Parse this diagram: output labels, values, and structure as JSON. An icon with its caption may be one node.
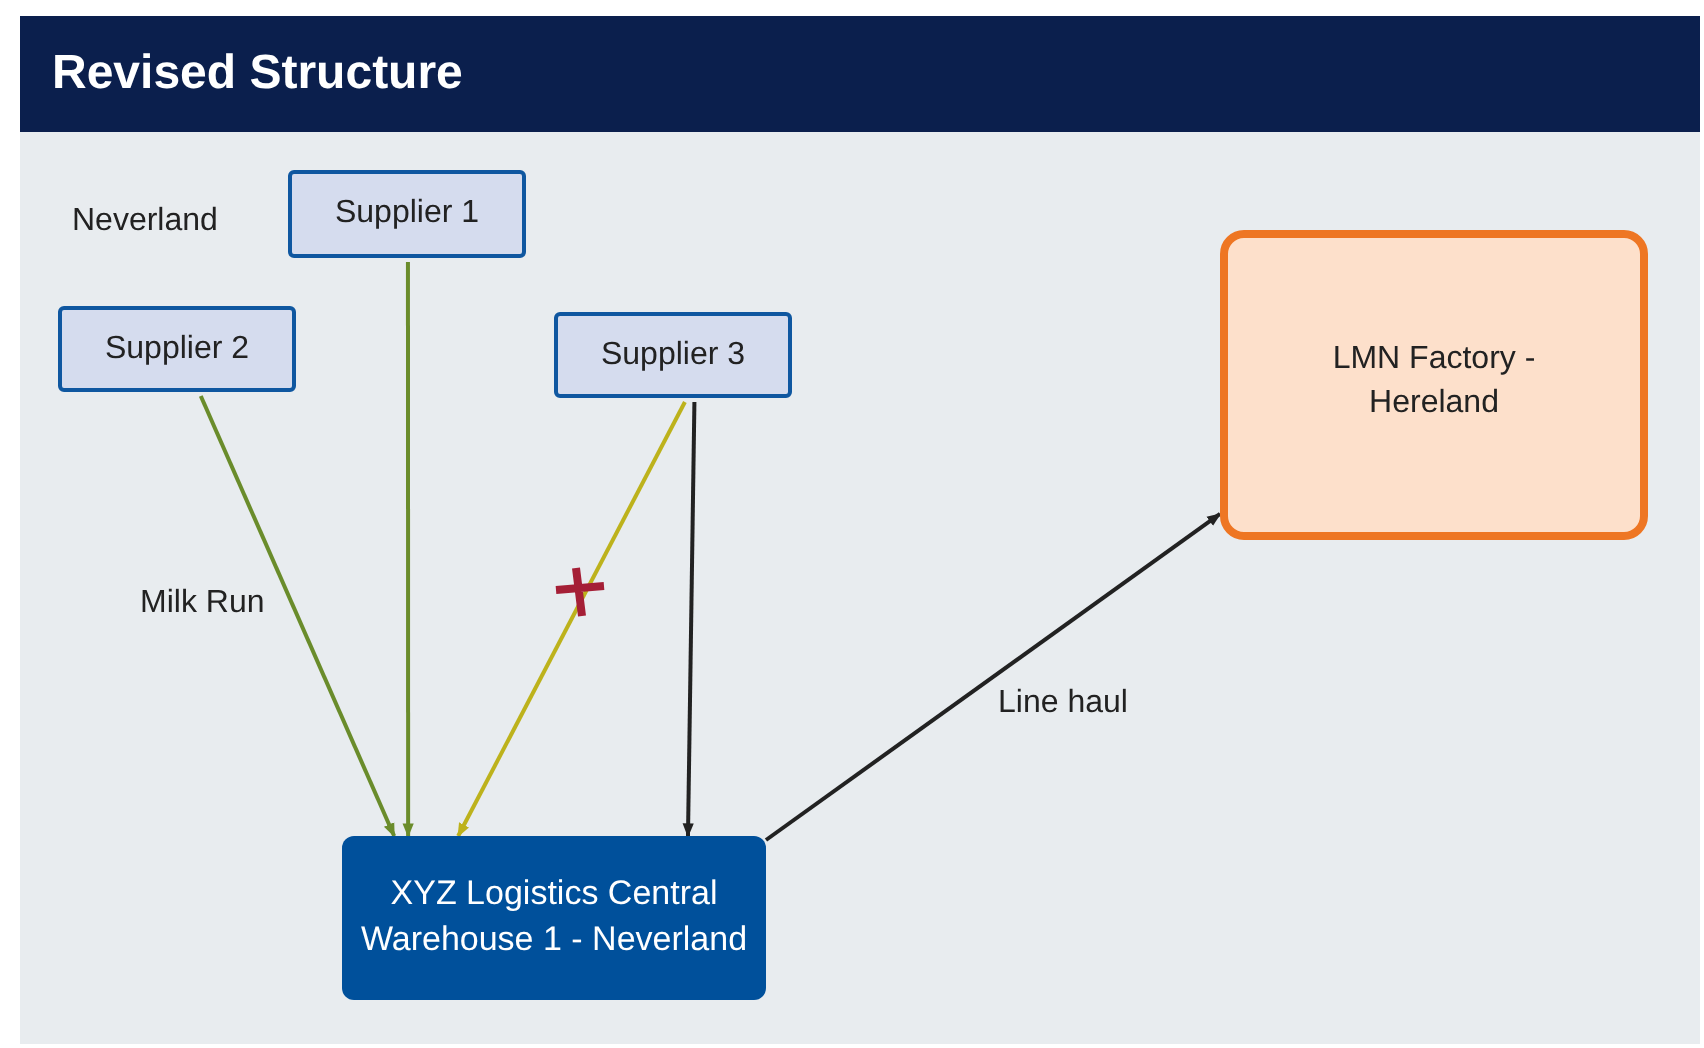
{
  "diagram": {
    "title": "Revised Structure",
    "nodes": [
      {
        "text": [
          "Supplier 1"
        ]
      },
      {
        "text": [
          "Supplier 2"
        ]
      },
      {
        "text": [
          "Supplier 3"
        ]
      },
      {
        "text": [
          "LMN Factory - Hereland"
        ]
      },
      {
        "text": [
          "XYZ Logistics Central Warehouse 1 - Neverland"
        ]
      }
    ],
    "edges": [
      {
        "from": 1,
        "to": 4,
        "arrow": "to",
        "label": "Milk Run"
      },
      {
        "from": 0,
        "to": 4,
        "arrow": "to"
      },
      {
        "from": 2,
        "to": 4,
        "arrow": "to",
        "color": "#bdb21c"
      },
      {
        "from": 2,
        "to": 4,
        "arrow": "to",
        "color": "#222222"
      },
      {
        "from": 4,
        "to": 3,
        "arrow": "to",
        "label": "Line haul",
        "color": "#222222"
      }
    ],
    "labels": [
      "Neverland"
    ]
  }
}
